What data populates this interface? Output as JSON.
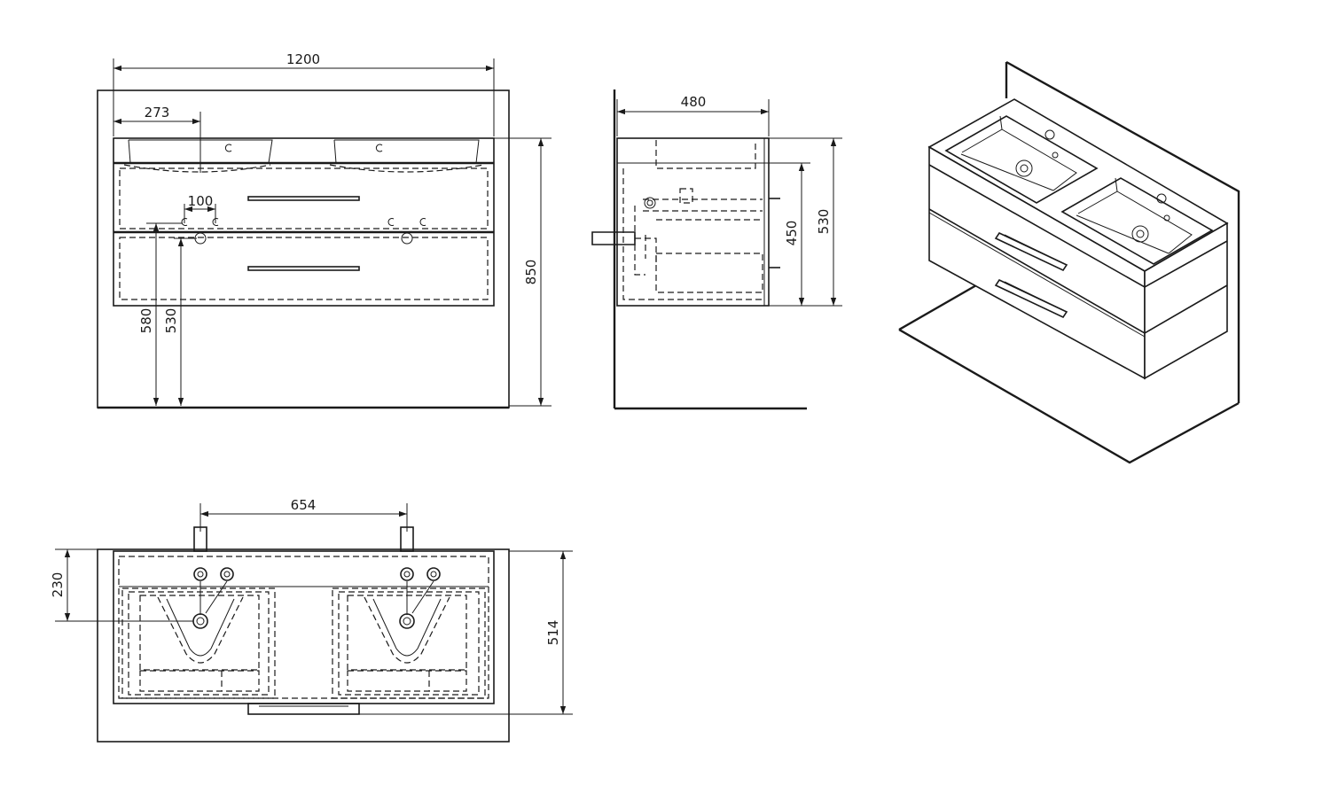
{
  "dimensions": {
    "front_width": "1200",
    "front_left_to_basin": "273",
    "front_tap_spacing": "100",
    "front_total_height": "850",
    "front_height_580": "580",
    "front_height_530": "530",
    "side_depth": "480",
    "side_height_530": "530",
    "side_height_450": "450",
    "plan_basin_spacing": "654",
    "plan_depth_230": "230",
    "plan_depth_514": "514"
  },
  "colors": {
    "line": "#1a1a1a",
    "background": "#ffffff"
  }
}
